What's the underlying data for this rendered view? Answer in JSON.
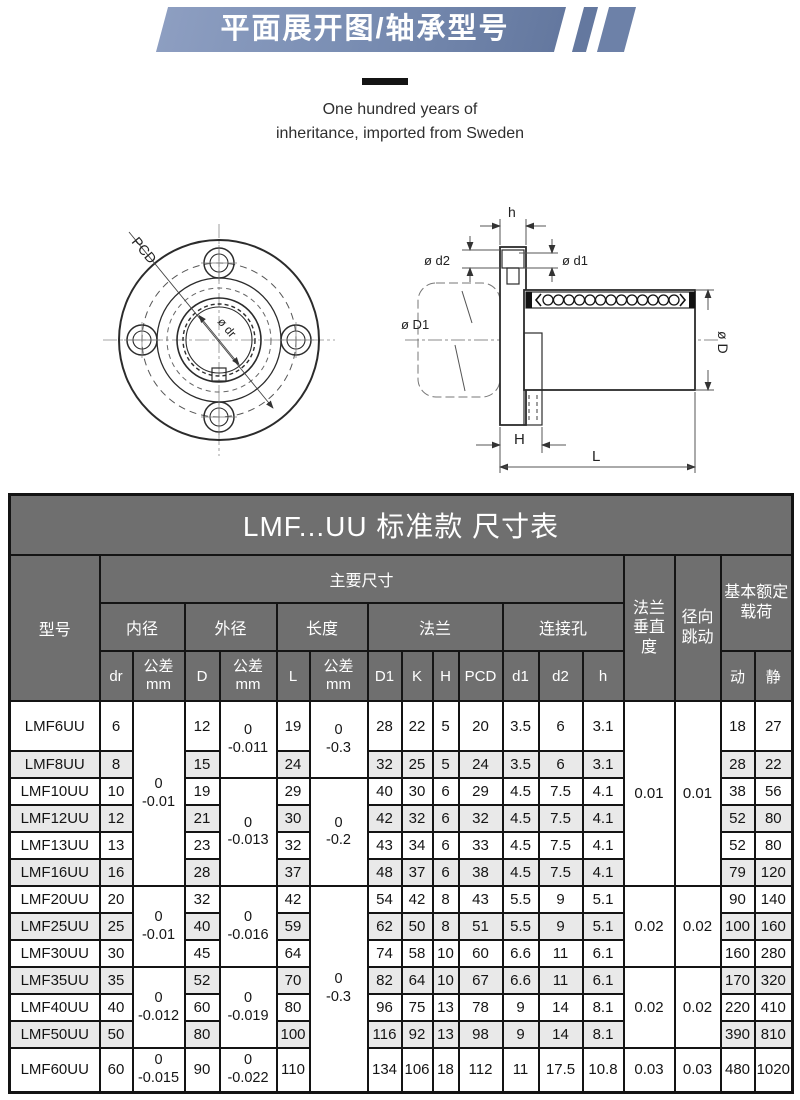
{
  "banner": {
    "title": "平面展开图/轴承型号"
  },
  "tagline": {
    "line1": "One hundred years of",
    "line2": "inheritance, imported from Sweden"
  },
  "drawing_labels": {
    "front": {
      "pcd": "PCD",
      "bore": "ø dr"
    },
    "side": {
      "h": "h",
      "d2": "ø d2",
      "d1": "ø d1",
      "D1": "ø D1",
      "D": "ø D",
      "H": "H",
      "L": "L"
    }
  },
  "colors": {
    "banner_blue": "#7b8fb4",
    "header_gray": "#6f6f6f",
    "row_alt": "#e9e9e9",
    "border": "#141414"
  },
  "table": {
    "title": "LMF...UU 标准款 尺寸表",
    "header": {
      "model": "型号",
      "main": "主要尺寸",
      "perp": "法兰\n垂直\n度",
      "runout": "径向\n跳动",
      "load": "基本额定\n载荷",
      "groups": {
        "bore": "内径",
        "od": "外径",
        "len": "长度",
        "flange": "法兰",
        "holes": "连接孔"
      },
      "cols": {
        "dr": "dr",
        "tol": "公差\nmm",
        "D": "D",
        "L": "L",
        "D1": "D1",
        "K": "K",
        "H": "H",
        "PCD": "PCD",
        "d1": "d1",
        "d2": "d2",
        "h": "h",
        "dyn": "动",
        "stat": "静"
      }
    },
    "merged": {
      "tol_dr": [
        "0\n-0.01",
        "0\n-0.01",
        "0\n-0.012",
        "0\n-0.015"
      ],
      "tol_D": [
        "0\n-0.011",
        "0\n-0.013",
        "0\n-0.016",
        "0\n-0.019",
        "0\n-0.022"
      ],
      "tol_L": [
        "0\n-0.3",
        "0\n-0.2",
        "0\n-0.3"
      ],
      "perp": [
        "0.01",
        "0.02",
        "0.02",
        "0.03"
      ],
      "runout": [
        "0.01",
        "0.02",
        "0.02",
        "0.03"
      ]
    },
    "rows": [
      {
        "model": "LMF6UU",
        "dr": "6",
        "D": "12",
        "L": "19",
        "D1": "28",
        "K": "22",
        "H": "5",
        "PCD": "20",
        "d1": "3.5",
        "d2": "6",
        "h": "3.1",
        "dyn": "18",
        "stat": "27"
      },
      {
        "model": "LMF8UU",
        "dr": "8",
        "D": "15",
        "L": "24",
        "D1": "32",
        "K": "25",
        "H": "5",
        "PCD": "24",
        "d1": "3.5",
        "d2": "6",
        "h": "3.1",
        "dyn": "28",
        "stat": "22"
      },
      {
        "model": "LMF10UU",
        "dr": "10",
        "D": "19",
        "L": "29",
        "D1": "40",
        "K": "30",
        "H": "6",
        "PCD": "29",
        "d1": "4.5",
        "d2": "7.5",
        "h": "4.1",
        "dyn": "38",
        "stat": "56"
      },
      {
        "model": "LMF12UU",
        "dr": "12",
        "D": "21",
        "L": "30",
        "D1": "42",
        "K": "32",
        "H": "6",
        "PCD": "32",
        "d1": "4.5",
        "d2": "7.5",
        "h": "4.1",
        "dyn": "52",
        "stat": "80"
      },
      {
        "model": "LMF13UU",
        "dr": "13",
        "D": "23",
        "L": "32",
        "D1": "43",
        "K": "34",
        "H": "6",
        "PCD": "33",
        "d1": "4.5",
        "d2": "7.5",
        "h": "4.1",
        "dyn": "52",
        "stat": "80"
      },
      {
        "model": "LMF16UU",
        "dr": "16",
        "D": "28",
        "L": "37",
        "D1": "48",
        "K": "37",
        "H": "6",
        "PCD": "38",
        "d1": "4.5",
        "d2": "7.5",
        "h": "4.1",
        "dyn": "79",
        "stat": "120"
      },
      {
        "model": "LMF20UU",
        "dr": "20",
        "D": "32",
        "L": "42",
        "D1": "54",
        "K": "42",
        "H": "8",
        "PCD": "43",
        "d1": "5.5",
        "d2": "9",
        "h": "5.1",
        "dyn": "90",
        "stat": "140"
      },
      {
        "model": "LMF25UU",
        "dr": "25",
        "D": "40",
        "L": "59",
        "D1": "62",
        "K": "50",
        "H": "8",
        "PCD": "51",
        "d1": "5.5",
        "d2": "9",
        "h": "5.1",
        "dyn": "100",
        "stat": "160"
      },
      {
        "model": "LMF30UU",
        "dr": "30",
        "D": "45",
        "L": "64",
        "D1": "74",
        "K": "58",
        "H": "10",
        "PCD": "60",
        "d1": "6.6",
        "d2": "11",
        "h": "6.1",
        "dyn": "160",
        "stat": "280"
      },
      {
        "model": "LMF35UU",
        "dr": "35",
        "D": "52",
        "L": "70",
        "D1": "82",
        "K": "64",
        "H": "10",
        "PCD": "67",
        "d1": "6.6",
        "d2": "11",
        "h": "6.1",
        "dyn": "170",
        "stat": "320"
      },
      {
        "model": "LMF40UU",
        "dr": "40",
        "D": "60",
        "L": "80",
        "D1": "96",
        "K": "75",
        "H": "13",
        "PCD": "78",
        "d1": "9",
        "d2": "14",
        "h": "8.1",
        "dyn": "220",
        "stat": "410"
      },
      {
        "model": "LMF50UU",
        "dr": "50",
        "D": "80",
        "L": "100",
        "D1": "116",
        "K": "92",
        "H": "13",
        "PCD": "98",
        "d1": "9",
        "d2": "14",
        "h": "8.1",
        "dyn": "390",
        "stat": "810"
      },
      {
        "model": "LMF60UU",
        "dr": "60",
        "D": "90",
        "L": "110",
        "D1": "134",
        "K": "106",
        "H": "18",
        "PCD": "112",
        "d1": "11",
        "d2": "17.5",
        "h": "10.8",
        "dyn": "480",
        "stat": "1020"
      }
    ]
  }
}
